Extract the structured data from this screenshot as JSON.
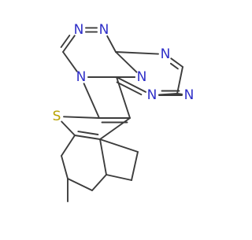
{
  "colors": {
    "bond": "#3c3c3c",
    "nitrogen": "#2f2fc8",
    "sulfur": "#b8a200",
    "background": "#ffffff"
  },
  "atoms": [
    {
      "id": "n1",
      "label": "N"
    },
    {
      "id": "n2",
      "label": "N"
    },
    {
      "id": "n3",
      "label": "N"
    },
    {
      "id": "n4",
      "label": "N"
    },
    {
      "id": "n5",
      "label": "N"
    },
    {
      "id": "n6",
      "label": "N"
    },
    {
      "id": "n7",
      "label": "N"
    },
    {
      "id": "s1",
      "label": "S"
    }
  ]
}
